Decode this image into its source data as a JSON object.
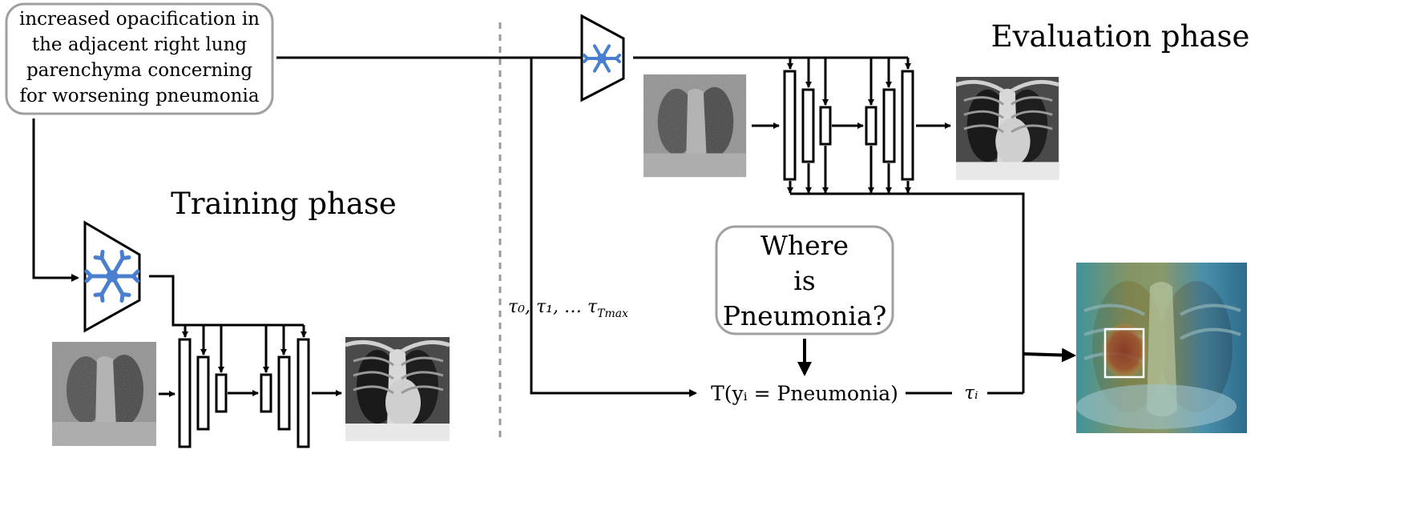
{
  "caption_box": {
    "lines": [
      "increased opacification in",
      "the adjacent right lung",
      "parenchyma concerning",
      "for worsening pneumonia"
    ]
  },
  "labels": {
    "training_phase": "Training phase",
    "evaluation_phase": "Evaluation phase"
  },
  "query_box": {
    "lines": [
      "Where",
      "is",
      "Pneumonia?"
    ]
  },
  "math": {
    "tau_seq_main": "τ₀, τ₁, … τ",
    "tau_seq_sub": "Tmax",
    "tfunc": "T(yᵢ = Pneumonia)",
    "tau_i": "τᵢ"
  },
  "icons": {
    "encoder": "snowflake-icon",
    "image": "chest-xray-image",
    "heatmap": "attention-heatmap-image"
  },
  "colors": {
    "stroke": "#000000",
    "box_border": "#a0a0a0",
    "snowflake": "#4a7fd0",
    "divider": "#9a9a9a",
    "highlight_box": "#ffffff"
  }
}
